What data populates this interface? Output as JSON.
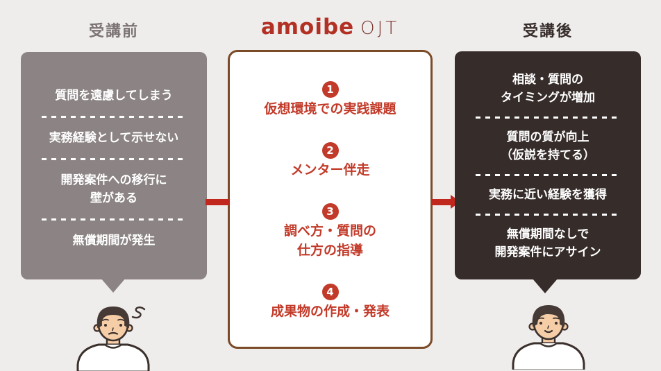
{
  "colors": {
    "background": "#efecec",
    "accent_red": "#c1271c",
    "step_red": "#c23a29",
    "logo_red": "#b23124",
    "panel_before_bg": "#8c8484",
    "panel_after_bg": "#362d2b",
    "program_border": "#7b4a27"
  },
  "before": {
    "title": "受講前",
    "items": [
      "質問を遠慮してしまう",
      "実務経験として示せない",
      "開発案件への移行に\n壁がある",
      "無償期間が発生"
    ]
  },
  "program": {
    "logo_main": "amoibe",
    "logo_sub": "OJT",
    "steps": [
      {
        "num": "1",
        "label": "仮想環境での実践課題"
      },
      {
        "num": "2",
        "label": "メンター伴走"
      },
      {
        "num": "3",
        "label": "調べ方・質問の\n仕方の指導"
      },
      {
        "num": "4",
        "label": "成果物の作成・発表"
      }
    ]
  },
  "after": {
    "title": "受講後",
    "items": [
      "相談・質問の\nタイミングが増加",
      "質問の質が向上\n（仮説を持てる）",
      "実務に近い経験を獲得",
      "無償期間なしで\n開発案件にアサイン"
    ]
  }
}
